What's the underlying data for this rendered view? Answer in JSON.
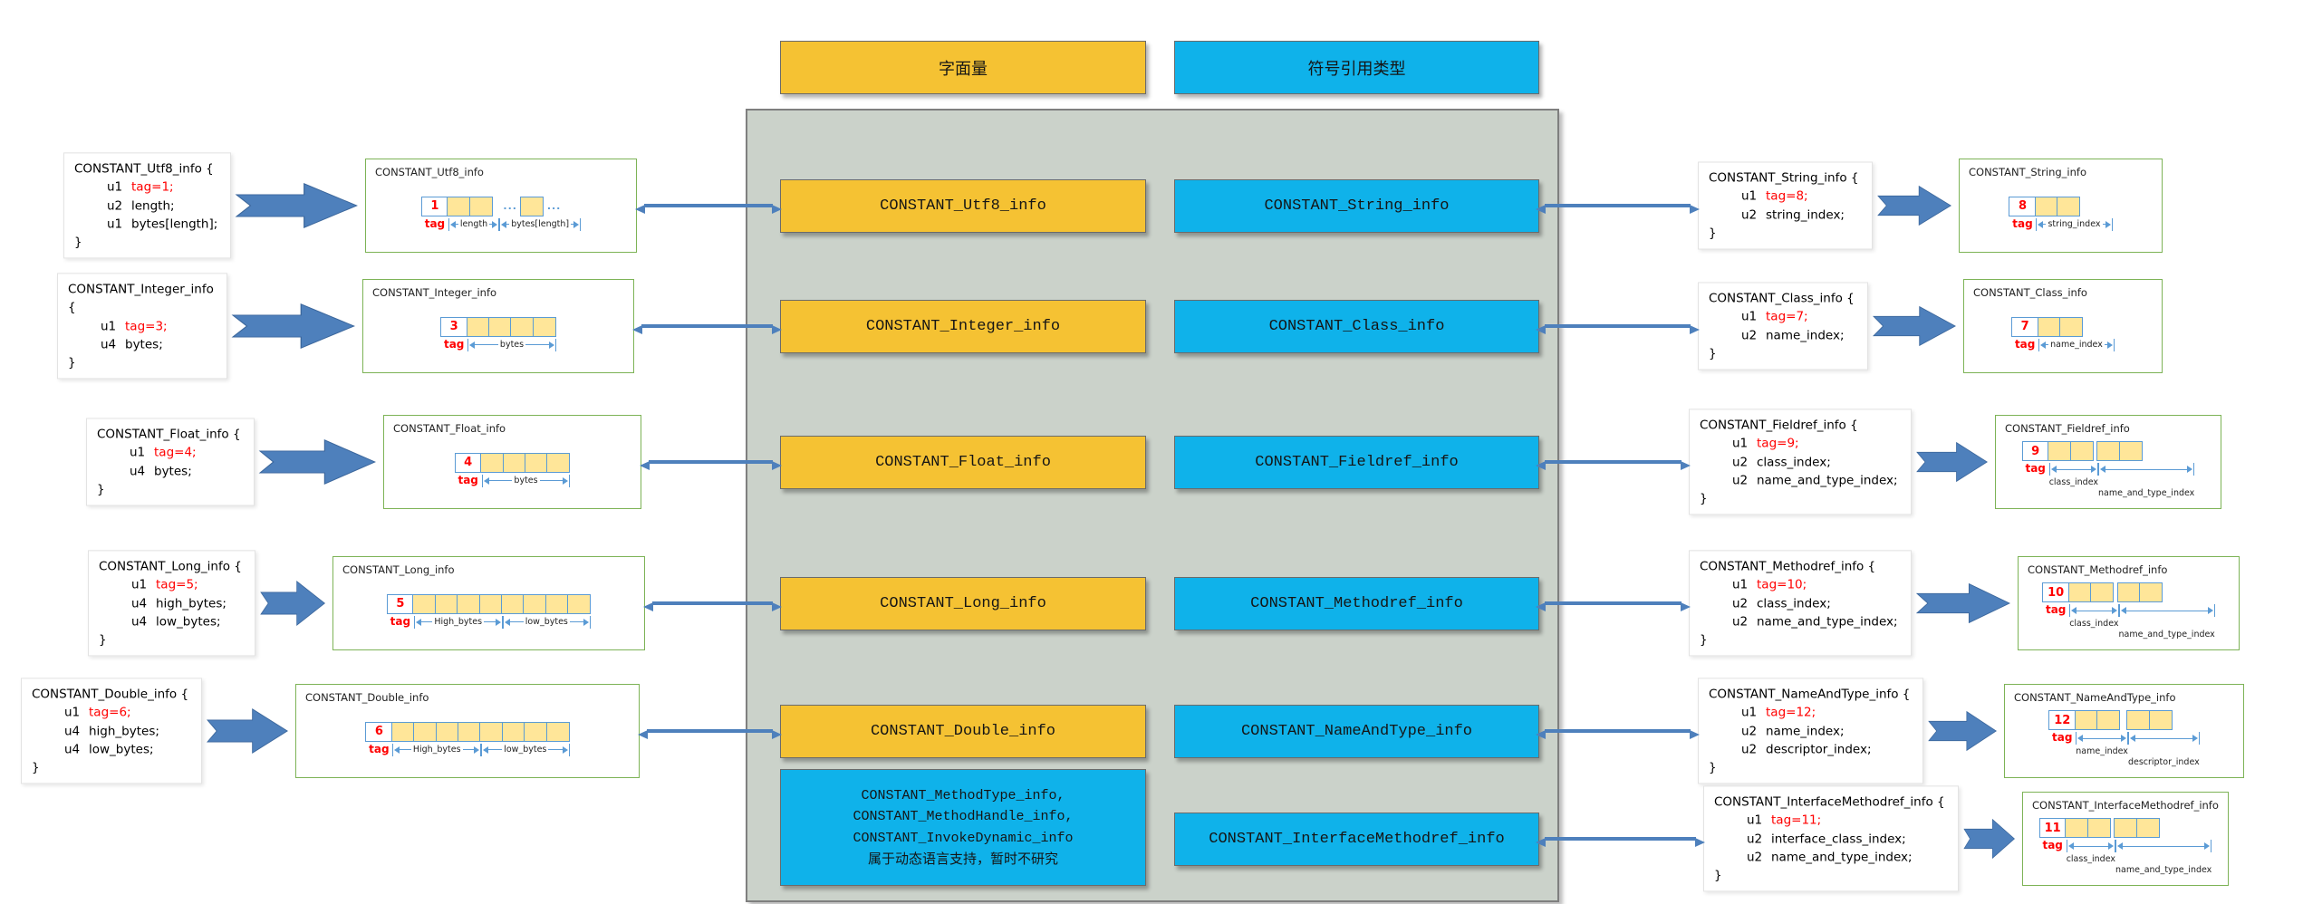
{
  "headers": {
    "literal": "字面量",
    "symbolic": "符号引用类型"
  },
  "tag_label": "tag",
  "center": {
    "literal_boxes": [
      "CONSTANT_Utf8_info",
      "CONSTANT_Integer_info",
      "CONSTANT_Float_info",
      "CONSTANT_Long_info",
      "CONSTANT_Double_info"
    ],
    "symbolic_boxes": [
      "CONSTANT_String_info",
      "CONSTANT_Class_info",
      "CONSTANT_Fieldref_info",
      "CONSTANT_Methodref_info",
      "CONSTANT_NameAndType_info",
      "CONSTANT_InterfaceMethodref_info"
    ],
    "dynamic_note_lines": [
      "CONSTANT_MethodType_info,",
      "CONSTANT_MethodHandle_info,",
      "CONSTANT_InvokeDynamic_info",
      "属于动态语言支持，暂时不研究"
    ]
  },
  "left_structs": [
    {
      "title": "CONSTANT_Utf8_info {",
      "fields": [
        {
          "t": "u1",
          "v": "tag=1;",
          "red": true
        },
        {
          "t": "u2",
          "v": "length;"
        },
        {
          "t": "u1",
          "v": "bytes[length];"
        }
      ],
      "close": "}"
    },
    {
      "title": "CONSTANT_Integer_info",
      "brace": "{",
      "fields": [
        {
          "t": "u1",
          "v": "tag=3;",
          "red": true
        },
        {
          "t": "u4",
          "v": "bytes;"
        }
      ],
      "close": "}"
    },
    {
      "title": "CONSTANT_Float_info {",
      "fields": [
        {
          "t": "u1",
          "v": "tag=4;",
          "red": true
        },
        {
          "t": "u4",
          "v": "bytes;"
        }
      ],
      "close": "}"
    },
    {
      "title": "CONSTANT_Long_info {",
      "fields": [
        {
          "t": "u1",
          "v": "tag=5;",
          "red": true
        },
        {
          "t": "u4",
          "v": "high_bytes;"
        },
        {
          "t": "u4",
          "v": "low_bytes;"
        }
      ],
      "close": "}"
    },
    {
      "title": "CONSTANT_Double_info {",
      "fields": [
        {
          "t": "u1",
          "v": "tag=6;",
          "red": true
        },
        {
          "t": "u4",
          "v": "high_bytes;"
        },
        {
          "t": "u4",
          "v": "low_bytes;"
        }
      ],
      "close": "}"
    }
  ],
  "left_diagrams": [
    {
      "title": "CONSTANT_Utf8_info",
      "tag": "1",
      "groups": [
        {
          "cells": 2,
          "label": "length",
          "style": "inline"
        },
        {
          "cells": 1,
          "label": "bytes[length]",
          "style": "inline",
          "dots_before": "...",
          "dots_after": "..."
        }
      ]
    },
    {
      "title": "CONSTANT_Integer_info",
      "tag": "3",
      "groups": [
        {
          "cells": 4,
          "label": "bytes",
          "style": "inline"
        }
      ]
    },
    {
      "title": "CONSTANT_Float_info",
      "tag": "4",
      "groups": [
        {
          "cells": 4,
          "label": "bytes",
          "style": "inline"
        }
      ]
    },
    {
      "title": "CONSTANT_Long_info",
      "tag": "5",
      "groups": [
        {
          "cells": 4,
          "label": "High_bytes",
          "style": "inline"
        },
        {
          "cells": 4,
          "label": "low_bytes",
          "style": "inline"
        }
      ]
    },
    {
      "title": "CONSTANT_Double_info",
      "tag": "6",
      "groups": [
        {
          "cells": 4,
          "label": "High_bytes",
          "style": "inline"
        },
        {
          "cells": 4,
          "label": "low_bytes",
          "style": "inline"
        }
      ]
    }
  ],
  "right_structs": [
    {
      "title": "CONSTANT_String_info {",
      "fields": [
        {
          "t": "u1",
          "v": "tag=8;",
          "red": true
        },
        {
          "t": "u2",
          "v": "string_index;"
        }
      ],
      "close": "}"
    },
    {
      "title": "CONSTANT_Class_info {",
      "fields": [
        {
          "t": "u1",
          "v": "tag=7;",
          "red": true
        },
        {
          "t": "u2",
          "v": "name_index;"
        }
      ],
      "close": "}"
    },
    {
      "title": "CONSTANT_Fieldref_info {",
      "fields": [
        {
          "t": "u1",
          "v": "tag=9;",
          "red": true
        },
        {
          "t": "u2",
          "v": "class_index;"
        },
        {
          "t": "u2",
          "v": "name_and_type_index;"
        }
      ],
      "close": "}"
    },
    {
      "title": "CONSTANT_Methodref_info {",
      "fields": [
        {
          "t": "u1",
          "v": "tag=10;",
          "red": true
        },
        {
          "t": "u2",
          "v": "class_index;"
        },
        {
          "t": "u2",
          "v": "name_and_type_index;"
        }
      ],
      "close": "}"
    },
    {
      "title": "CONSTANT_NameAndType_info {",
      "fields": [
        {
          "t": "u1",
          "v": "tag=12;",
          "red": true
        },
        {
          "t": "u2",
          "v": "name_index;"
        },
        {
          "t": "u2",
          "v": "descriptor_index;"
        }
      ],
      "close": "}"
    },
    {
      "title": "CONSTANT_InterfaceMethodref_info {",
      "fields": [
        {
          "t": "u1",
          "v": "tag=11;",
          "red": true
        },
        {
          "t": "u2",
          "v": "interface_class_index;"
        },
        {
          "t": "u2",
          "v": "name_and_type_index;"
        }
      ],
      "close": "}"
    }
  ],
  "right_diagrams": [
    {
      "title": "CONSTANT_String_info",
      "tag": "8",
      "groups": [
        {
          "cells": 2,
          "label": "string_index",
          "style": "inline"
        }
      ]
    },
    {
      "title": "CONSTANT_Class_info",
      "tag": "7",
      "groups": [
        {
          "cells": 2,
          "label": "name_index",
          "style": "inline"
        }
      ]
    },
    {
      "title": "CONSTANT_Fieldref_info",
      "tag": "9",
      "groups": [
        {
          "cells": 2,
          "label": "class_index",
          "style": "below",
          "row": 1
        },
        {
          "cells": 2,
          "label": "name_and_type_index",
          "style": "below",
          "row": 2
        }
      ]
    },
    {
      "title": "CONSTANT_Methodref_info",
      "tag": "10",
      "groups": [
        {
          "cells": 2,
          "label": "class_index",
          "style": "below",
          "row": 1
        },
        {
          "cells": 2,
          "label": "name_and_type_index",
          "style": "below",
          "row": 2
        }
      ]
    },
    {
      "title": "CONSTANT_NameAndType_info",
      "tag": "12",
      "groups": [
        {
          "cells": 2,
          "label": "name_index",
          "style": "below",
          "row": 1
        },
        {
          "cells": 2,
          "label": "descriptor_index",
          "style": "below",
          "row": 2
        }
      ]
    },
    {
      "title": "CONSTANT_InterfaceMethodref_info",
      "tag": "11",
      "groups": [
        {
          "cells": 2,
          "label": "class_index",
          "style": "below",
          "row": 1
        },
        {
          "cells": 2,
          "label": "name_and_type_index",
          "style": "below",
          "row": 2
        }
      ]
    }
  ],
  "colors": {
    "literal_fill": "#f5c233",
    "symbolic_fill": "#0fb2ea",
    "panel_fill": "#cbd2ca",
    "diagram_border": "#7db356",
    "cell_fill": "#ffe699",
    "cell_border": "#5b9bd5",
    "arrow": "#4e80bc",
    "tag_text": "#ff0000"
  }
}
